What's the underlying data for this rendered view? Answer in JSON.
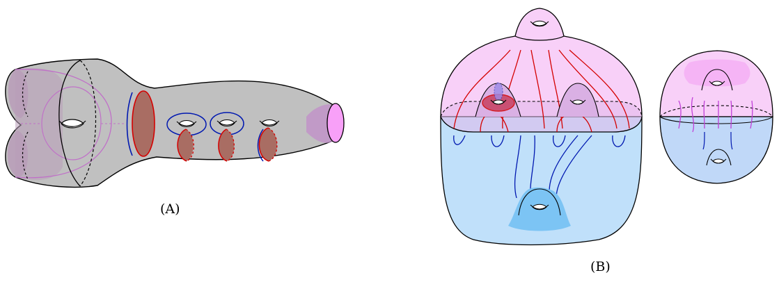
{
  "panels": [
    {
      "id": "A",
      "label": "(A)"
    },
    {
      "id": "B",
      "label": "(B)"
    }
  ],
  "colors": {
    "surface_gray": "#c0c0c0",
    "pink_fill": "#f8c8f8",
    "pink_cap": "#f0a0f0",
    "purple_region": "#b89cb8",
    "brown_disk": "#a96d63",
    "blue_fill": "#bfe0f8",
    "blue_inner": "#7cc4f4",
    "red_curve": "#d40000",
    "blue_curve": "#0018b0",
    "magenta_curve": "#b040c8",
    "outline": "#000000"
  }
}
